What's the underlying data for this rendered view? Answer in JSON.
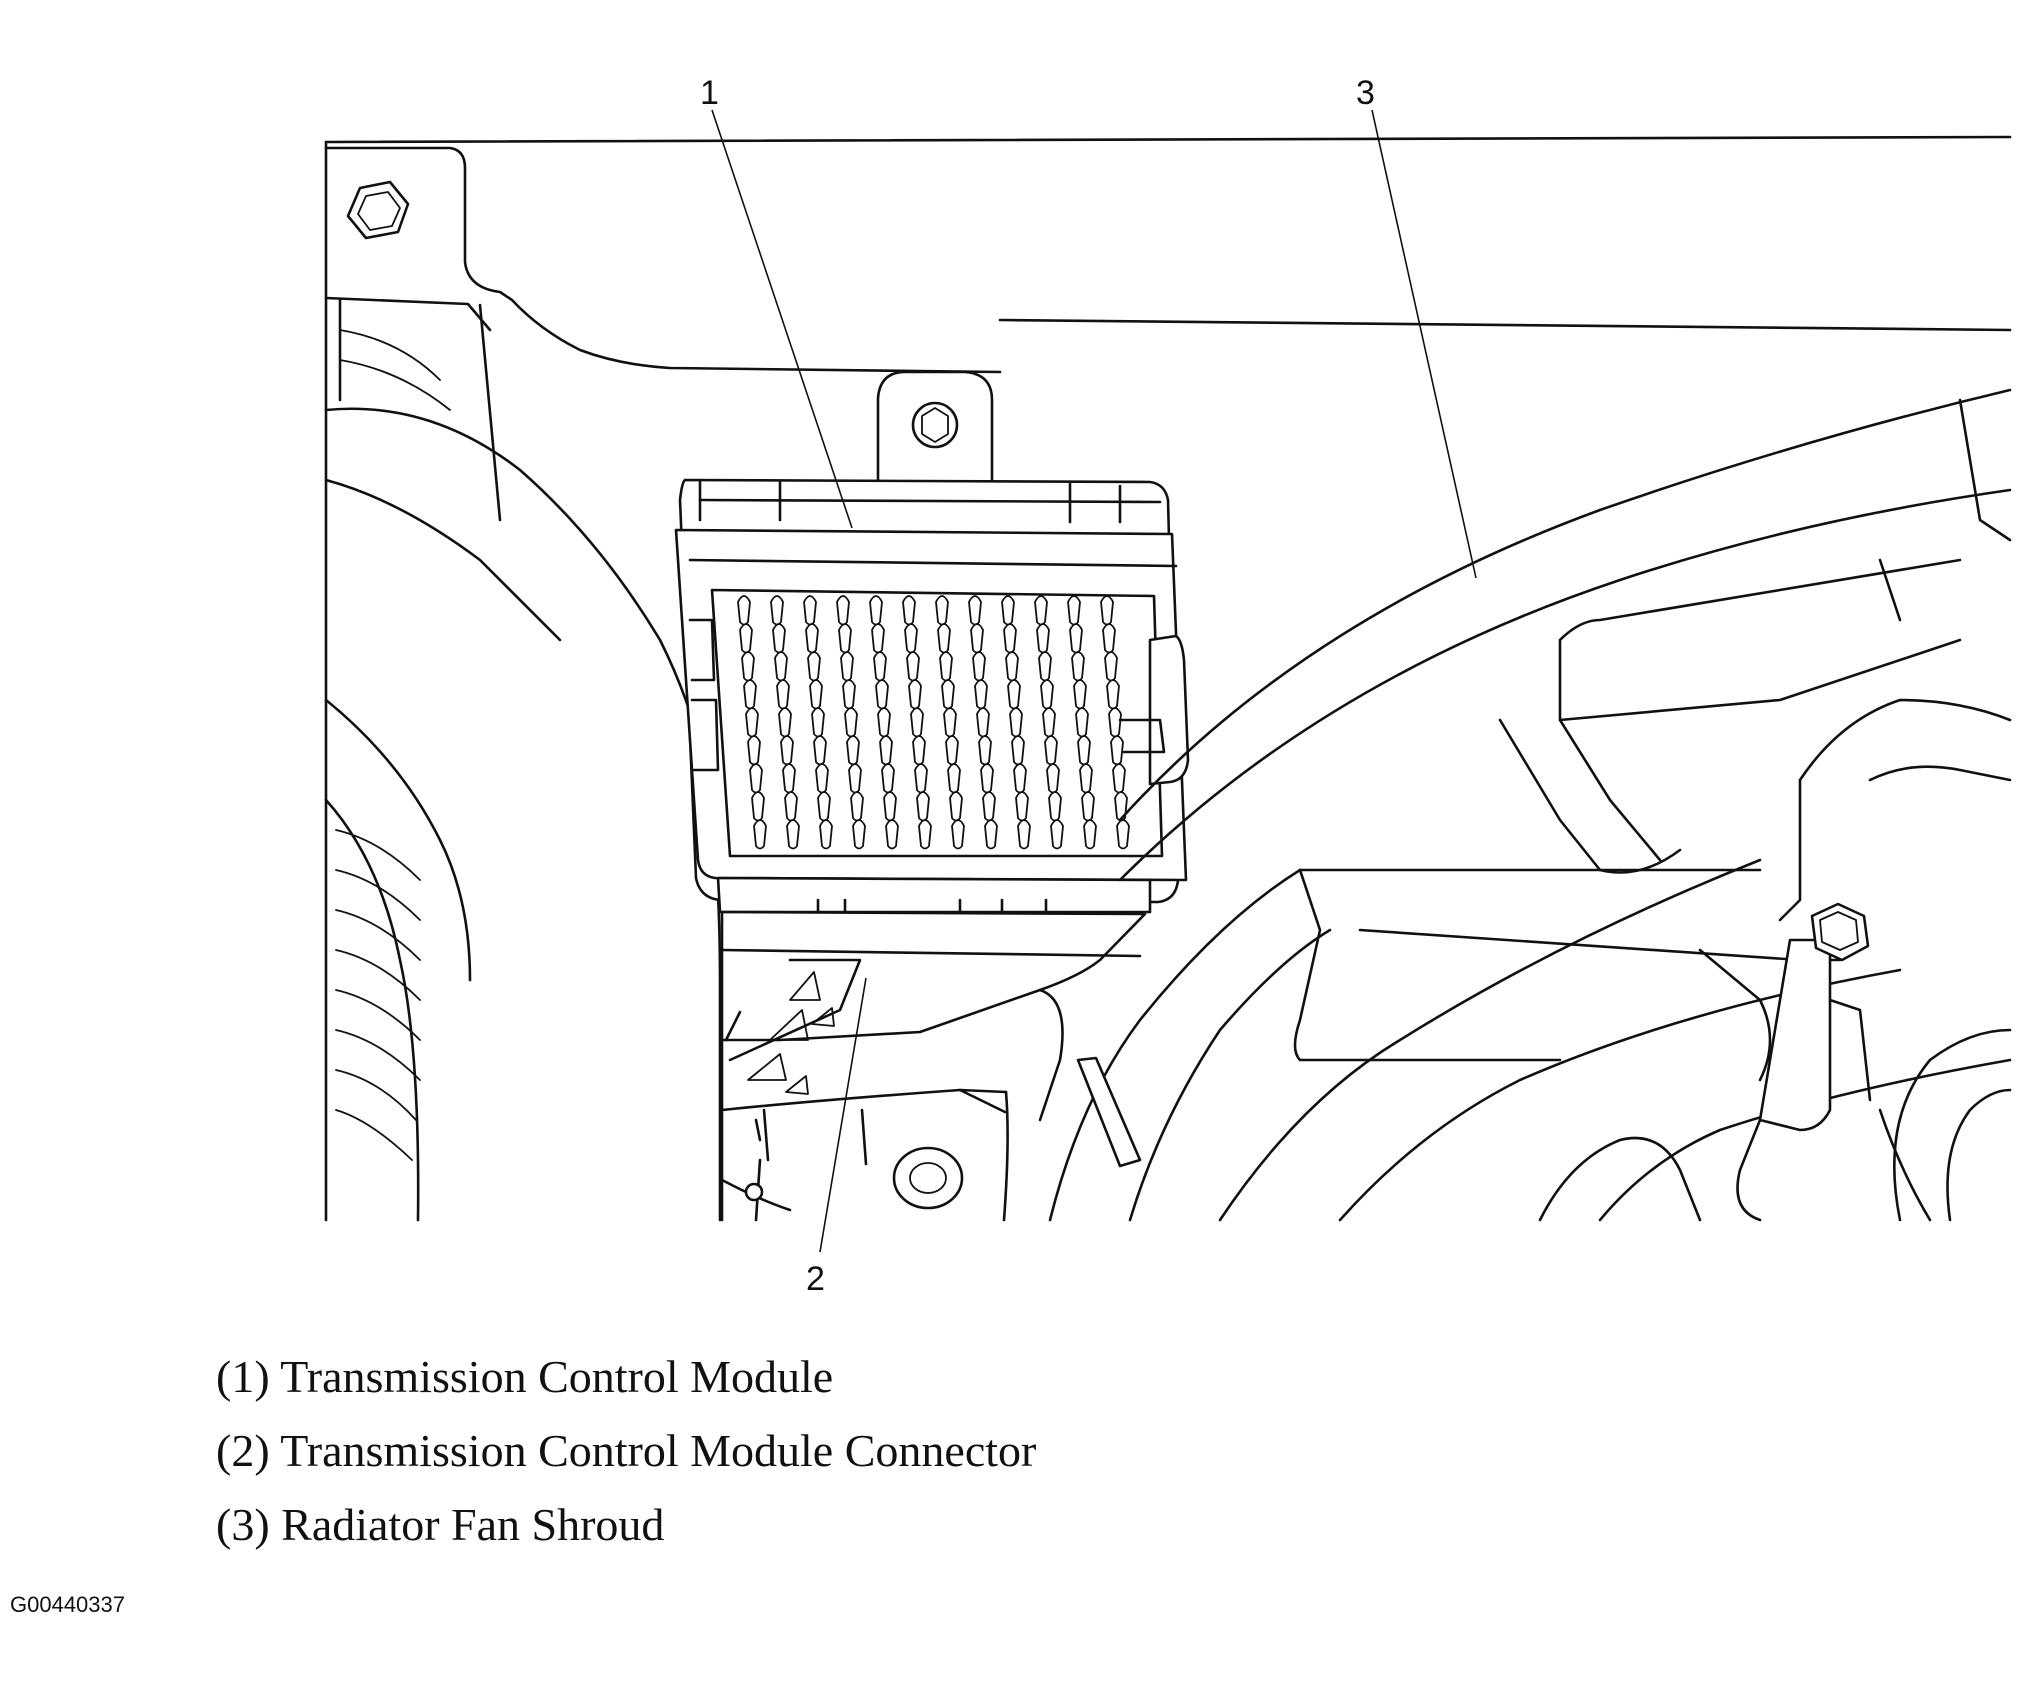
{
  "callouts": [
    {
      "number": "1"
    },
    {
      "number": "2"
    },
    {
      "number": "3"
    }
  ],
  "legend": [
    {
      "text": "(1) Transmission Control Module"
    },
    {
      "text": "(2) Transmission Control Module Connector"
    },
    {
      "text": "(3) Radiator Fan Shroud"
    }
  ],
  "figure_id": "G00440337"
}
